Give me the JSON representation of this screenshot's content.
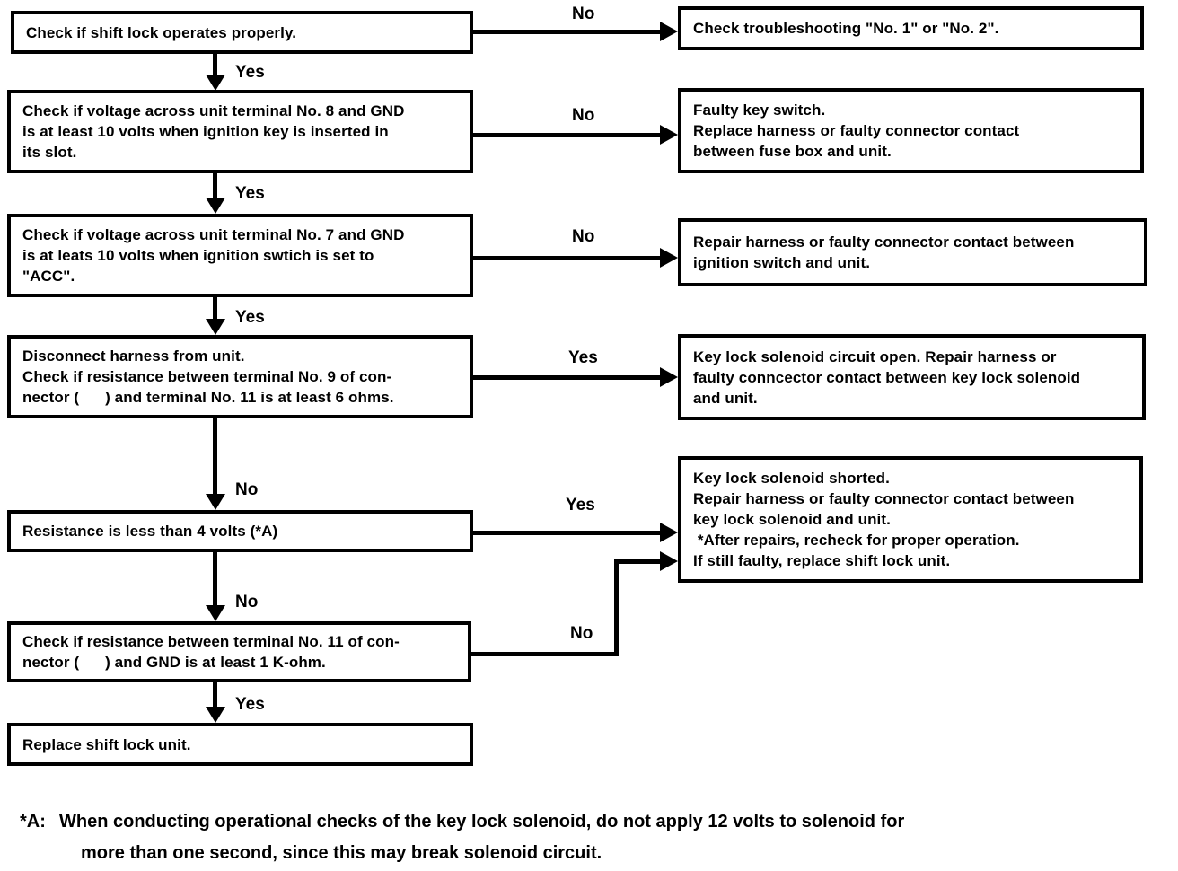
{
  "diagram": {
    "left_boxes": [
      {
        "text": "Check if shift lock operates properly."
      },
      {
        "text": "Check if voltage across unit terminal No. 8 and GND\nis at least 10 volts when ignition key is inserted in\nits slot."
      },
      {
        "text": "Check if voltage across unit terminal No. 7 and GND\nis at leats 10 volts when ignition swtich is set to\n\"ACC\"."
      },
      {
        "text": "Disconnect harness from unit.\nCheck if resistance between terminal No. 9 of con-\nnector (      ) and terminal No. 11 is at least 6 ohms."
      },
      {
        "text": "Resistance is less than 4 volts (*A)"
      },
      {
        "text": "Check if resistance between terminal No. 11 of con-\nnector (      ) and GND is at least 1 K-ohm."
      },
      {
        "text": "Replace shift lock unit."
      }
    ],
    "right_boxes": [
      {
        "text": "Check troubleshooting \"No. 1\" or \"No. 2\"."
      },
      {
        "text": "Faulty key switch.\nReplace harness or faulty connector contact\nbetween fuse box and unit."
      },
      {
        "text": "Repair harness or faulty connector contact between\nignition switch and unit."
      },
      {
        "text": "Key lock solenoid circuit open. Repair harness or\nfaulty conncector contact between key lock solenoid\nand unit."
      },
      {
        "text": "Key lock solenoid shorted.\nRepair harness or faulty connector contact between\nkey lock solenoid and unit.\n *After repairs, recheck for proper operation.\nIf still faulty, replace shift lock unit."
      }
    ],
    "vertical_branches": [
      {
        "label": "Yes"
      },
      {
        "label": "Yes"
      },
      {
        "label": "Yes"
      },
      {
        "label": "No"
      },
      {
        "label": "No"
      },
      {
        "label": "Yes"
      }
    ],
    "horizontal_branches": [
      {
        "label": "No"
      },
      {
        "label": "No"
      },
      {
        "label": "No"
      },
      {
        "label": "Yes"
      },
      {
        "label": "Yes"
      },
      {
        "label": "No"
      }
    ],
    "footnote": {
      "marker": "*A:",
      "lines": [
        "When conducting operational checks of the key lock solenoid, do not apply 12 volts to solenoid for",
        "more than one second, since this may break solenoid circuit."
      ]
    },
    "colors": {
      "ink": "#000000",
      "paper": "#ffffff"
    }
  }
}
